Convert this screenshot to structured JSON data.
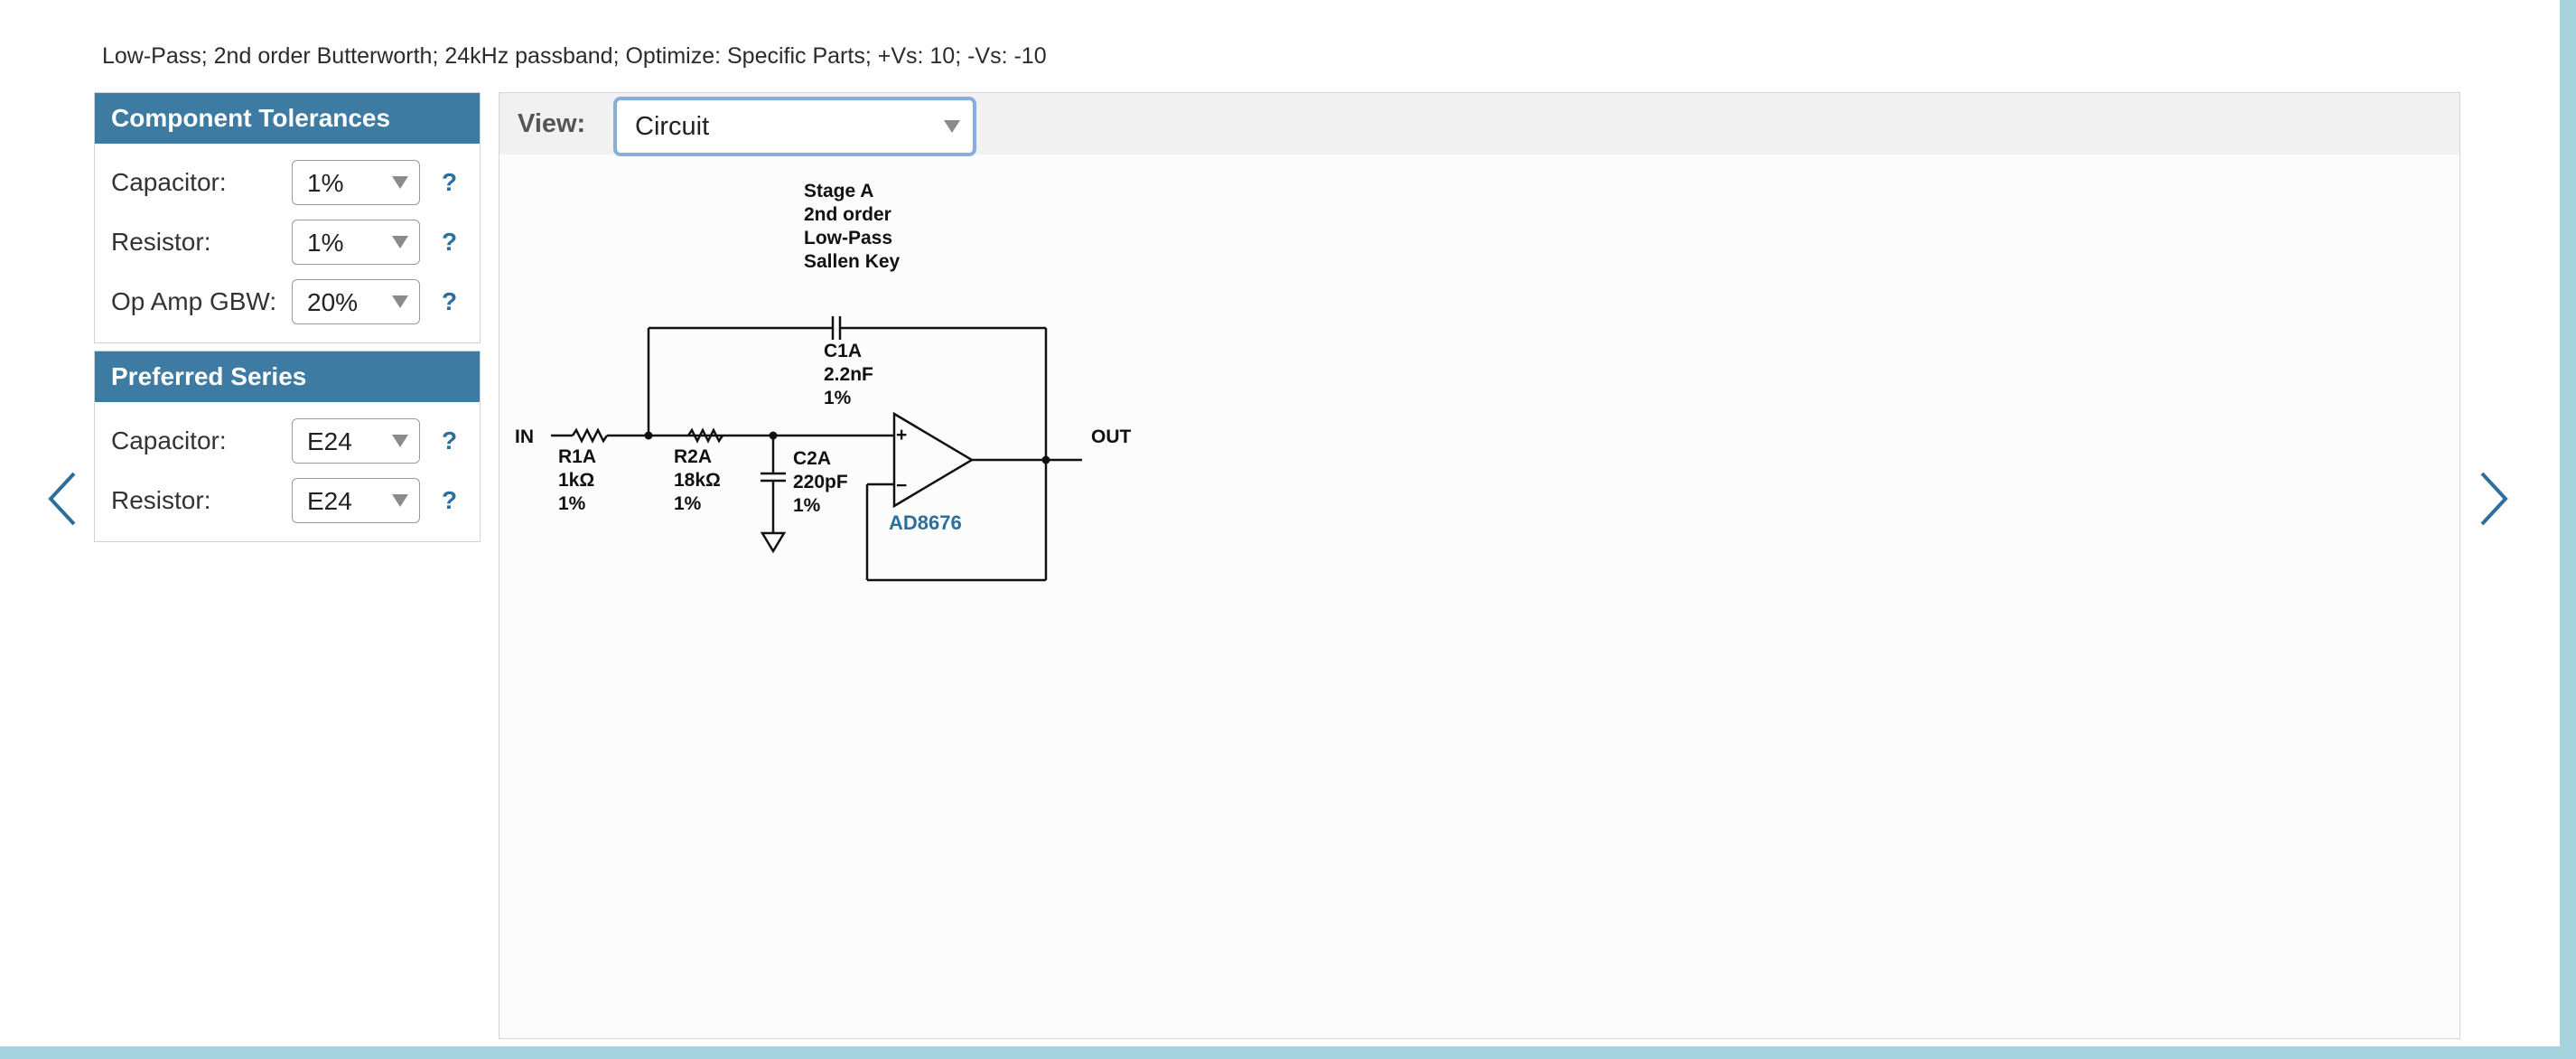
{
  "summary": "Low-Pass; 2nd order Butterworth; 24kHz passband; Optimize: Specific Parts; +Vs: 10; -Vs: -10",
  "nav": {
    "prev_icon": "chevron-left-icon",
    "next_icon": "chevron-right-icon"
  },
  "tolerances": {
    "title": "Component Tolerances",
    "rows": [
      {
        "label": "Capacitor:",
        "value": "1%",
        "help": "?"
      },
      {
        "label": "Resistor:",
        "value": "1%",
        "help": "?"
      },
      {
        "label": "Op Amp GBW:",
        "value": "20%",
        "help": "?"
      }
    ]
  },
  "series": {
    "title": "Preferred Series",
    "rows": [
      {
        "label": "Capacitor:",
        "value": "E24",
        "help": "?"
      },
      {
        "label": "Resistor:",
        "value": "E24",
        "help": "?"
      }
    ]
  },
  "view": {
    "label": "View:",
    "value": "Circuit"
  },
  "circuit": {
    "stage_lines": [
      "Stage A",
      "2nd order",
      "Low-Pass",
      "Sallen Key"
    ],
    "in_label": "IN",
    "out_label": "OUT",
    "c1": [
      "C1A",
      "2.2nF",
      "1%"
    ],
    "r1": [
      "R1A",
      "1kΩ",
      "1%"
    ],
    "r2": [
      "R2A",
      "18kΩ",
      "1%"
    ],
    "c2": [
      "C2A",
      "220pF",
      "1%"
    ],
    "opamp_plus": "+",
    "opamp_minus": "−",
    "opamp_part": "AD8676"
  },
  "colors": {
    "header": "#3d7ba2",
    "link": "#2d6f9c",
    "accent_strip": "#a7d3df"
  }
}
